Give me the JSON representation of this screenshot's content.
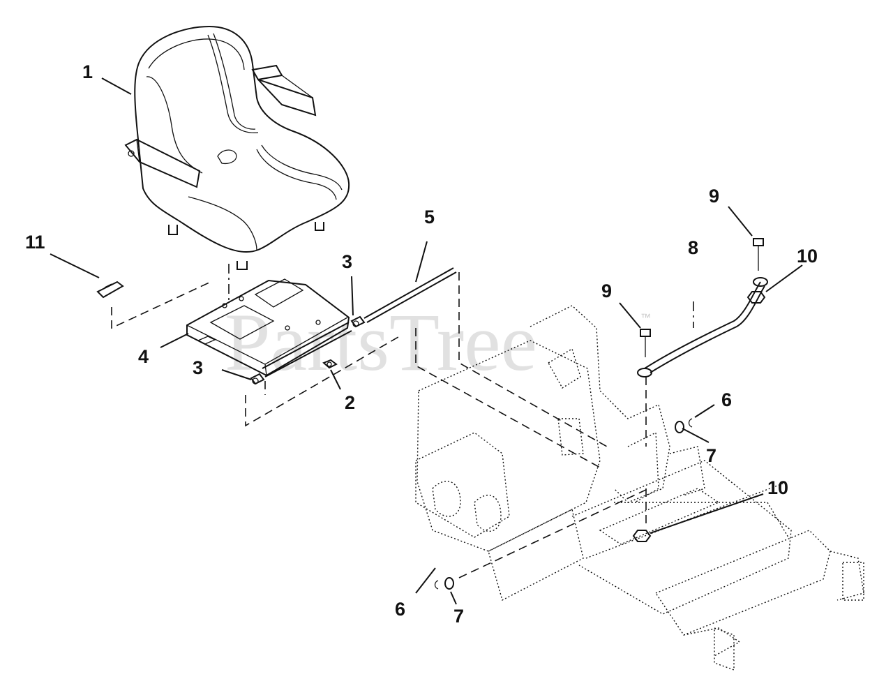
{
  "watermark": {
    "text": "PartsTree",
    "mark": "™"
  },
  "callouts": [
    {
      "id": "c1",
      "label": "1"
    },
    {
      "id": "c11",
      "label": "11"
    },
    {
      "id": "c4",
      "label": "4"
    },
    {
      "id": "c3a",
      "label": "3"
    },
    {
      "id": "c3b",
      "label": "3"
    },
    {
      "id": "c2",
      "label": "2"
    },
    {
      "id": "c5",
      "label": "5"
    },
    {
      "id": "c9a",
      "label": "9"
    },
    {
      "id": "c9b",
      "label": "9"
    },
    {
      "id": "c8",
      "label": "8"
    },
    {
      "id": "c10a",
      "label": "10"
    },
    {
      "id": "c10b",
      "label": "10"
    },
    {
      "id": "c6a",
      "label": "6"
    },
    {
      "id": "c6b",
      "label": "6"
    },
    {
      "id": "c7a",
      "label": "7"
    },
    {
      "id": "c7b",
      "label": "7"
    }
  ]
}
